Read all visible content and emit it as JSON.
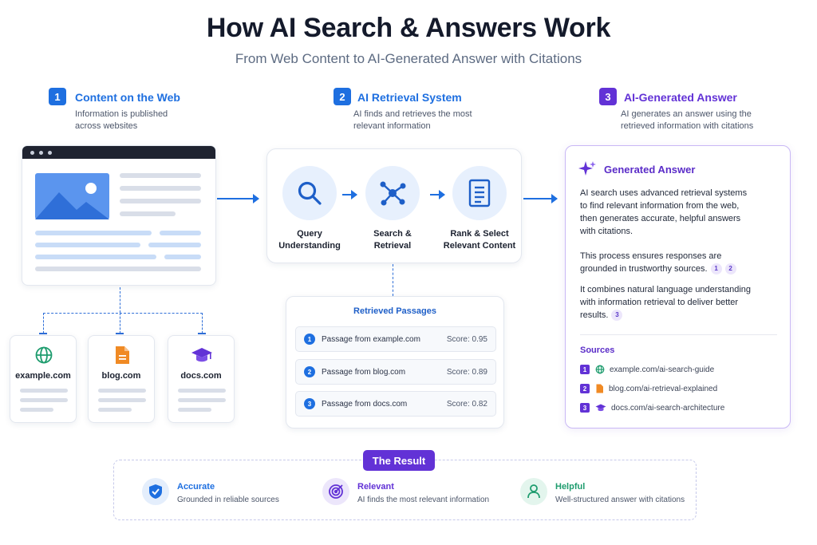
{
  "header": {
    "title": "How AI Search & Answers Work",
    "subtitle": "From Web Content to AI-Generated Answer with Citations"
  },
  "steps": [
    {
      "number": "1",
      "title": "Content on the Web",
      "desc_line1": "Information is published",
      "desc_line2": "across websites"
    },
    {
      "number": "2",
      "title": "AI Retrieval System",
      "desc_line1": "AI finds and retrieves the most",
      "desc_line2": "relevant information"
    },
    {
      "number": "3",
      "title": "AI-Generated Answer",
      "desc_line1": "AI generates an answer using the",
      "desc_line2": "retrieved information with citations"
    }
  ],
  "sources": [
    {
      "label": "example.com",
      "icon": "globe-icon"
    },
    {
      "label": "blog.com",
      "icon": "document-icon"
    },
    {
      "label": "docs.com",
      "icon": "graduation-cap-icon"
    }
  ],
  "process": [
    {
      "line1": "Query",
      "line2": "Understanding",
      "icon": "search-icon"
    },
    {
      "line1": "Search &",
      "line2": "Retrieval",
      "icon": "network-icon"
    },
    {
      "line1": "Rank & Select",
      "line2": "Relevant Content",
      "icon": "document-list-icon"
    }
  ],
  "retrieved": {
    "title": "Retrieved Passages",
    "passages": [
      {
        "num": "1",
        "text": "Passage from example.com",
        "score": "Score: 0.95"
      },
      {
        "num": "2",
        "text": "Passage from blog.com",
        "score": "Score: 0.89"
      },
      {
        "num": "3",
        "text": "Passage from docs.com",
        "score": "Score: 0.82"
      }
    ]
  },
  "answer": {
    "title": "Generated Answer",
    "para1": [
      "AI search uses advanced retrieval systems",
      "to find relevant information from the web,",
      "then generates accurate, helpful answers",
      "with citations."
    ],
    "para2": [
      "This process ensures responses are",
      "grounded in trustworthy sources."
    ],
    "para2_cites": [
      "1",
      "2"
    ],
    "para3": [
      "It combines natural language understanding",
      "with information retrieval to deliver better",
      "results."
    ],
    "para3_cites": [
      "3"
    ],
    "sources_title": "Sources",
    "sources": [
      {
        "num": "1",
        "url": "example.com/ai-search-guide",
        "icon": "globe-icon"
      },
      {
        "num": "2",
        "url": "blog.com/ai-retrieval-explained",
        "icon": "document-icon"
      },
      {
        "num": "3",
        "url": "docs.com/ai-search-architecture",
        "icon": "graduation-cap-icon"
      }
    ]
  },
  "result": {
    "label": "The Result",
    "items": [
      {
        "title": "Accurate",
        "desc": "Grounded in reliable sources",
        "icon": "shield-check-icon",
        "color": "#1e6fe0"
      },
      {
        "title": "Relevant",
        "desc": "AI finds the most relevant information",
        "icon": "target-icon",
        "color": "#6232d6"
      },
      {
        "title": "Helpful",
        "desc": "Well-structured answer with citations",
        "icon": "user-icon",
        "color": "#1e9c6e"
      }
    ]
  },
  "colors": {
    "blue": "#1e6fe0",
    "purple": "#6232d6",
    "green": "#1e9c6e"
  }
}
